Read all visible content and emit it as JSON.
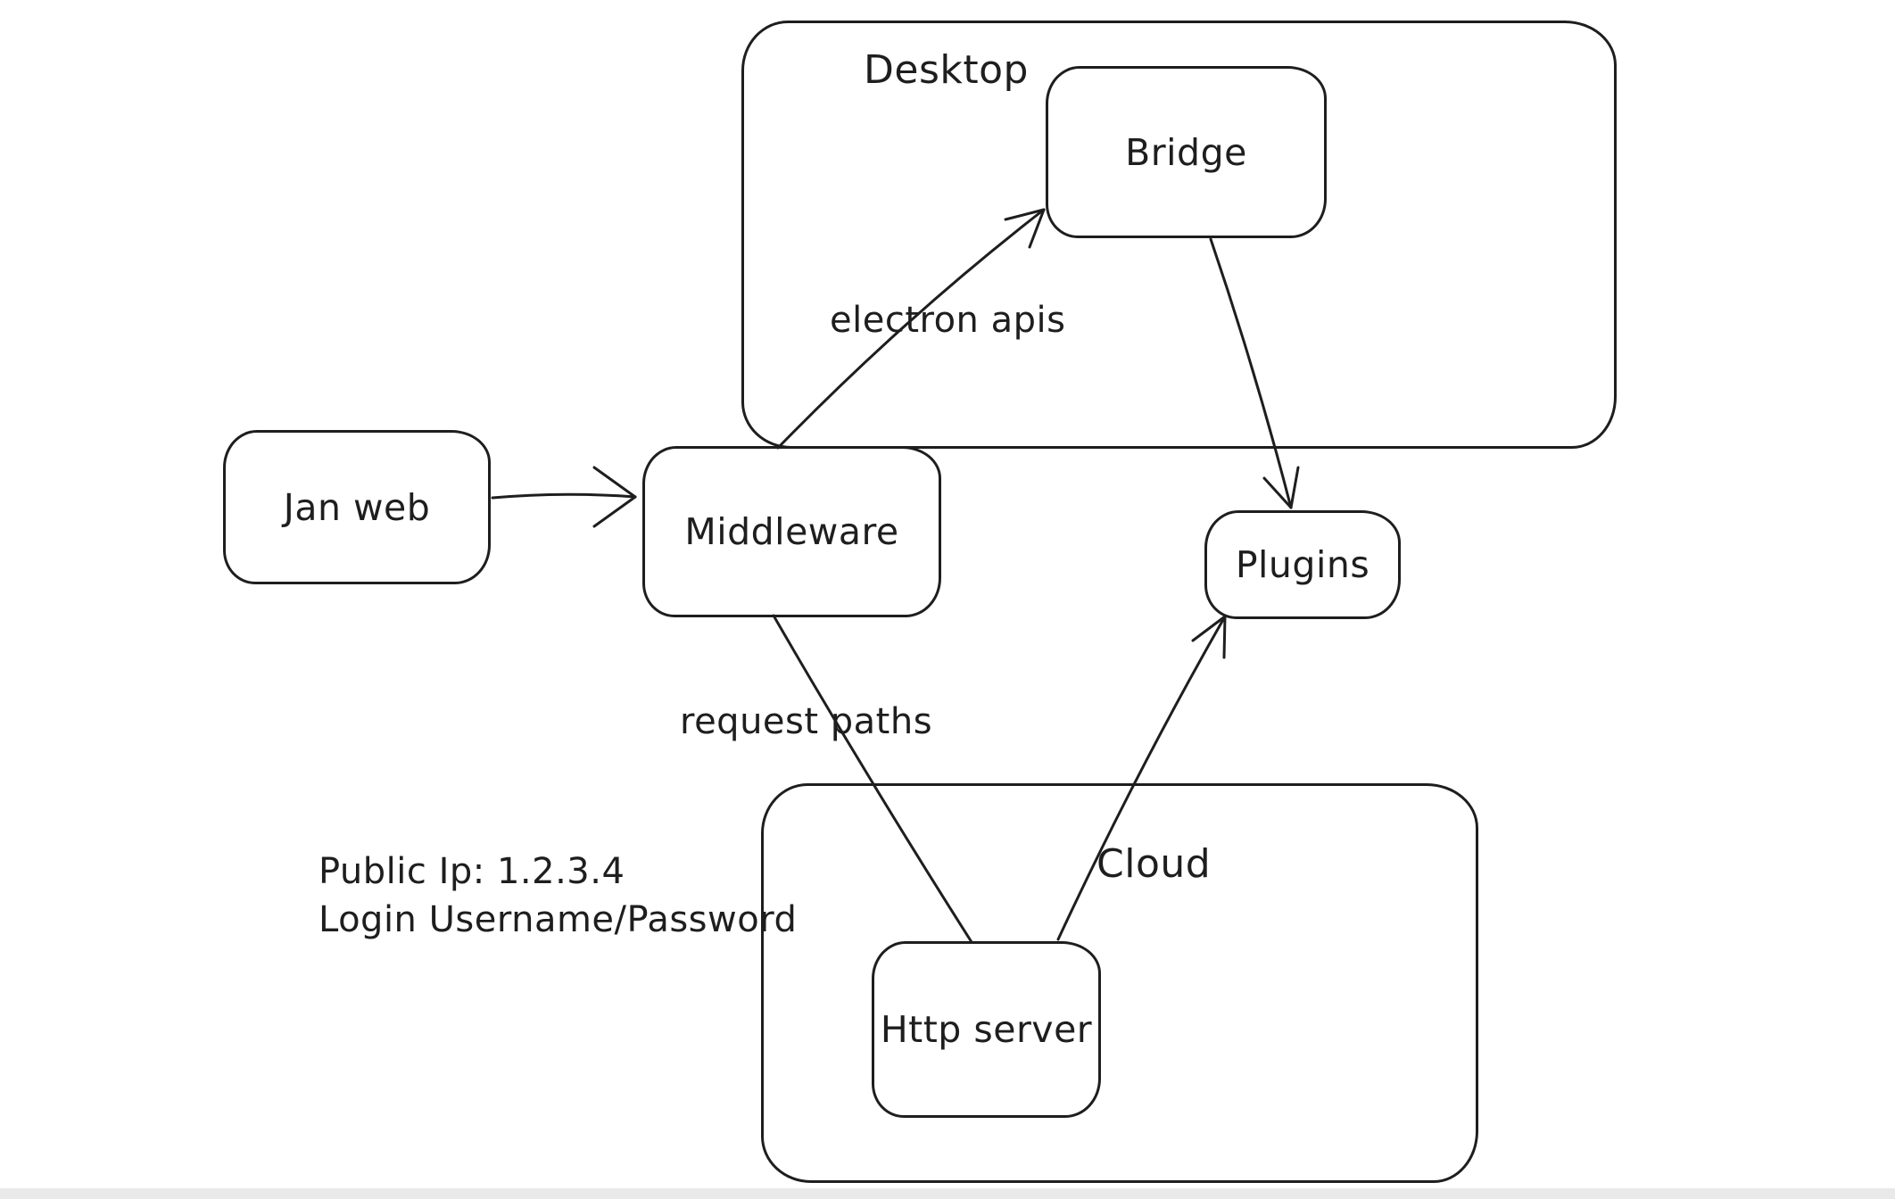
{
  "app": {
    "background": "#ffffff",
    "stroke_color": "#1e1e1e",
    "bottom_edge_color": "#e9e9e9"
  },
  "containers": {
    "desktop": {
      "label": "Desktop"
    },
    "cloud": {
      "label": "Cloud"
    }
  },
  "nodes": {
    "jan_web": {
      "label": "Jan web"
    },
    "middleware": {
      "label": "Middleware"
    },
    "bridge": {
      "label": "Bridge"
    },
    "plugins": {
      "label": "Plugins"
    },
    "http_server": {
      "label": "Http server"
    }
  },
  "edges": [
    {
      "from": "jan_web",
      "to": "middleware",
      "label": "",
      "arrowhead": "end"
    },
    {
      "from": "middleware",
      "to": "bridge",
      "label": "electron apis",
      "arrowhead": "end"
    },
    {
      "from": "bridge",
      "to": "plugins",
      "label": "",
      "arrowhead": "end"
    },
    {
      "from": "middleware",
      "to": "http_server",
      "label": "request paths",
      "arrowhead": "none"
    },
    {
      "from": "http_server",
      "to": "plugins",
      "label": "",
      "arrowhead": "end"
    }
  ],
  "annotations": {
    "public_ip_line1": "Public Ip: 1.2.3.4",
    "public_ip_line2": "Login Username/Password"
  }
}
